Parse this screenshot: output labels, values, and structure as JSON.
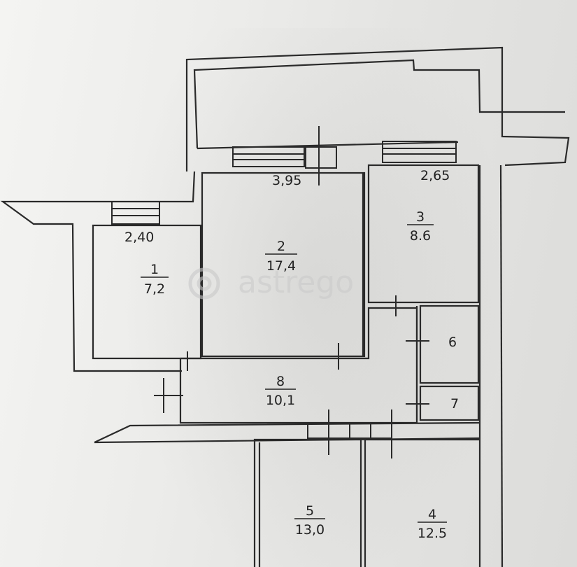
{
  "watermark": {
    "text": "astrego"
  },
  "dimensions": {
    "room2_width": "3,95",
    "room3_width": "2,65",
    "room1_width": "2,40"
  },
  "rooms": [
    {
      "number": "1",
      "area": "7,2"
    },
    {
      "number": "2",
      "area": "17,4"
    },
    {
      "number": "3",
      "area": "8.6"
    },
    {
      "number": "4",
      "area": "12.5"
    },
    {
      "number": "5",
      "area": "13,0"
    },
    {
      "number": "6",
      "area": ""
    },
    {
      "number": "7",
      "area": ""
    },
    {
      "number": "8",
      "area": "10,1"
    }
  ]
}
